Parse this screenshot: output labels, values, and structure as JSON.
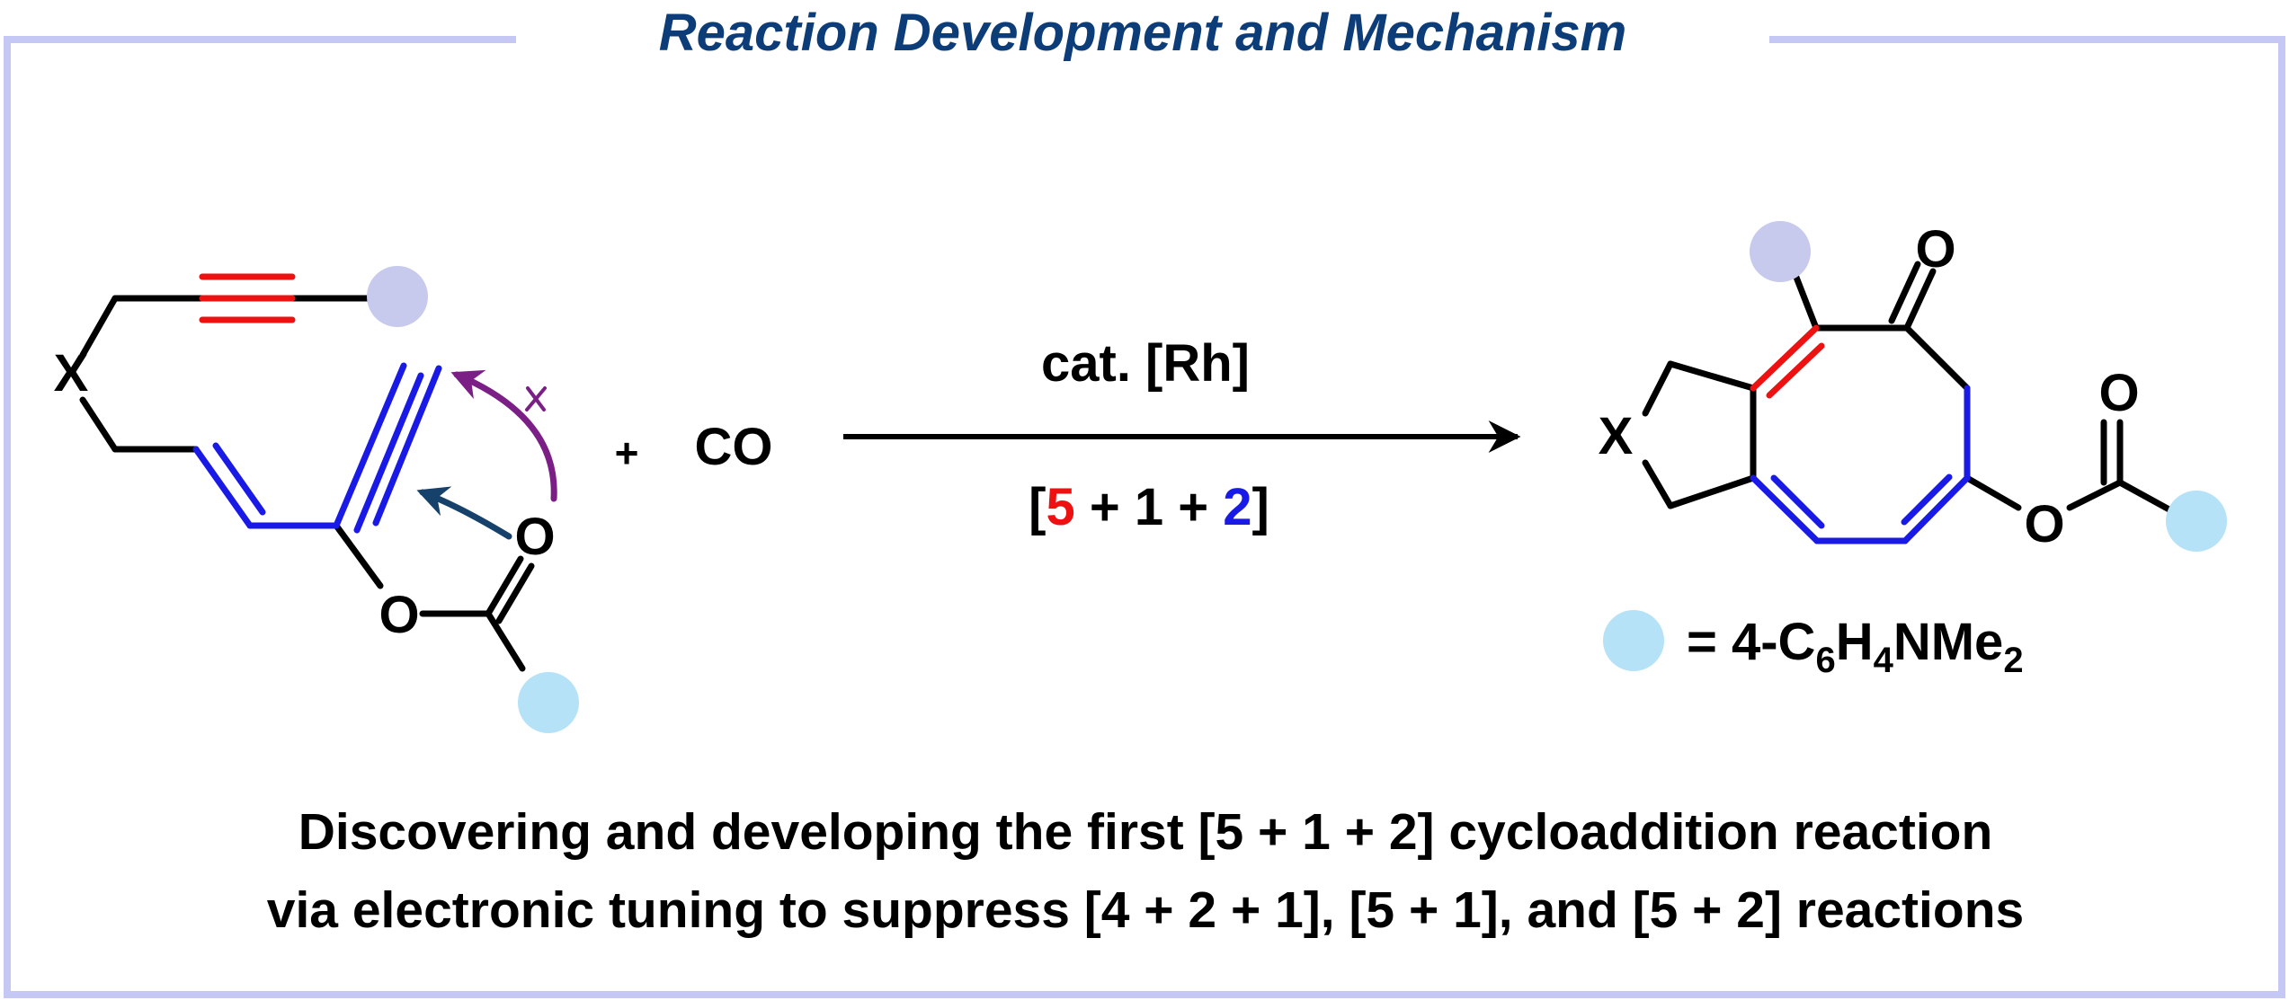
{
  "title": "Reaction Development and Mechanism",
  "reactant": {
    "x_label": "X",
    "ester_o_label": "O",
    "carbonyl_o_label": "O"
  },
  "plus_sign": "+",
  "co_label": "CO",
  "catalyst_label": "cat. [Rh]",
  "cycloaddition": {
    "open": "[",
    "five": "5",
    "plus_one": " + 1 + ",
    "two": "2",
    "close": "]"
  },
  "product": {
    "x_label": "X",
    "ketone_o_label": "O",
    "ester_o_label": "O",
    "carbonyl_o_label": "O"
  },
  "legend": {
    "equals": "= 4-C",
    "sub6": "6",
    "h": "H",
    "sub4": "4",
    "nme": "NMe",
    "sub2": "2"
  },
  "caption_lines": [
    "Discovering and developing the first [5 + 1 + 2] cycloaddition reaction",
    "via electronic tuning to suppress [4 + 2 + 1], [5 + 1], and [5 + 2] reactions"
  ],
  "colors": {
    "frame": "#c5c8f5",
    "title": "#0d3d78",
    "red_bond": "#ee1111",
    "blue_bond": "#1a1ae6",
    "arrow_teal": "#15416b",
    "arrow_purple": "#7b1f86",
    "lavender_dot": "#c7caec",
    "cyan_dot": "#b5e2f6"
  }
}
